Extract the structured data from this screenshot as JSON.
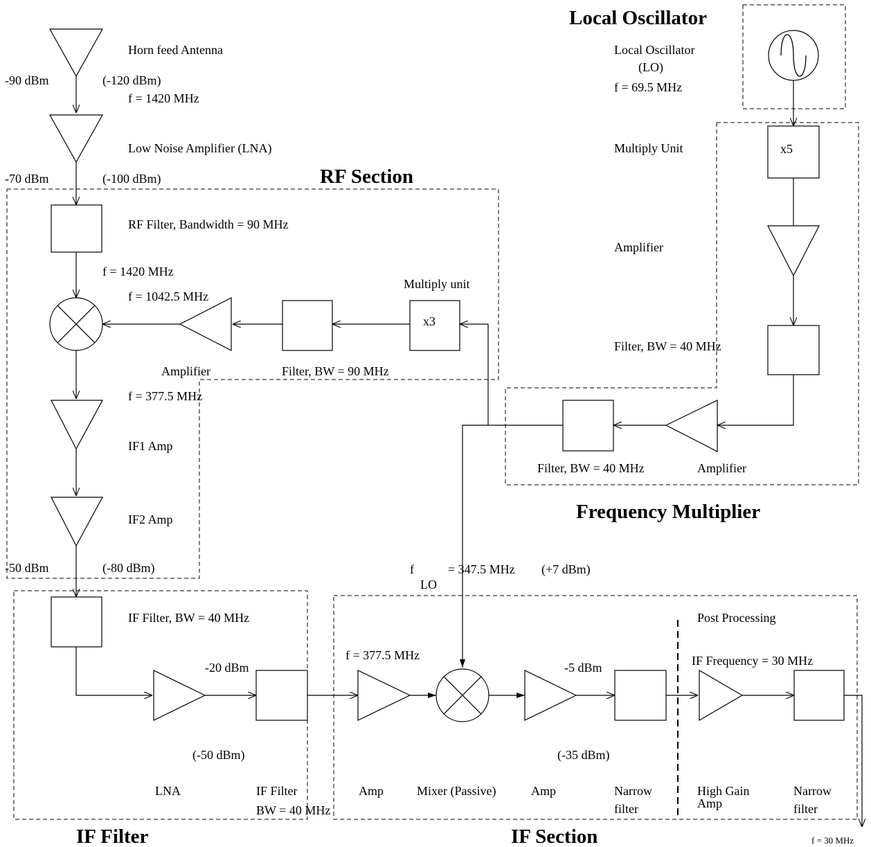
{
  "titles": {
    "local_oscillator": "Local Oscillator",
    "rf_section": "RF Section",
    "frequency_multiplier": "Frequency Multiplier",
    "if_filter": "IF Filter",
    "if_section": "IF Section"
  },
  "labels": {
    "horn_feed_antenna": "Horn feed Antenna",
    "antenna_level": "-90 dBm",
    "antenna_level_paren": "(-120 dBm)",
    "antenna_freq": "f = 1420 MHz",
    "lna_label": "Low Noise Amplifier (LNA)",
    "lna_level": "-70 dBm",
    "lna_level_paren": "(-100 dBm)",
    "rf_filter": "RF Filter, Bandwidth = 90 MHz",
    "rf_freq": "f = 1420 MHz",
    "lo_mix_freq": "f = 1042.5 MHz",
    "multiply_unit_rf": "Multiply unit",
    "x3": "x3",
    "amplifier_rf": "Amplifier",
    "filter_rf": "Filter, BW = 90 MHz",
    "if1_freq": "f = 377.5 MHz",
    "if1_amp": "IF1 Amp",
    "if2_amp": "IF2 Amp",
    "if2_level": "-50 dBm",
    "if2_level_paren": "(-80 dBm)",
    "lo_name_1": "Local Oscillator",
    "lo_name_2": "(LO)",
    "lo_freq": "f = 69.5 MHz",
    "multiply_unit_fm": "Multiply Unit",
    "x5": "x5",
    "amplifier_fm_top": "Amplifier",
    "filter_fm_top": "Filter, BW = 40 MHz",
    "filter_fm_bottom": "Filter, BW = 40 MHz",
    "amplifier_fm_bottom": "Amplifier",
    "flo_f": "f",
    "flo_sub": "LO",
    "flo_value": "= 347.5 MHz",
    "flo_level": "(+7 dBm)",
    "if_filter_label": "IF Filter, BW = 40 MHz",
    "lna2_level": "-20 dBm",
    "lna2_level_paren": "(-50 dBm)",
    "lna2": "LNA",
    "if_filter_bot_1": "IF Filter",
    "if_filter_bot_2": "BW = 40 MHz",
    "ifsec_freq": "f = 377.5 MHz",
    "amp_if_1": "Amp",
    "mixer_passive": "Mixer (Passive)",
    "amp_if_2": "Amp",
    "amp2_level": "-5 dBm",
    "amp2_level_paren": "(-35 dBm)",
    "narrow_filter_1a": "Narrow",
    "narrow_filter_1b": "filter",
    "post_processing": "Post Processing",
    "if_frequency": "IF Frequency = 30 MHz",
    "high_gain_a": "High Gain",
    "high_gain_b": "Amp",
    "narrow_filter_2a": "Narrow",
    "narrow_filter_2b": "filter",
    "out_freq": "f = 30 MHz"
  }
}
